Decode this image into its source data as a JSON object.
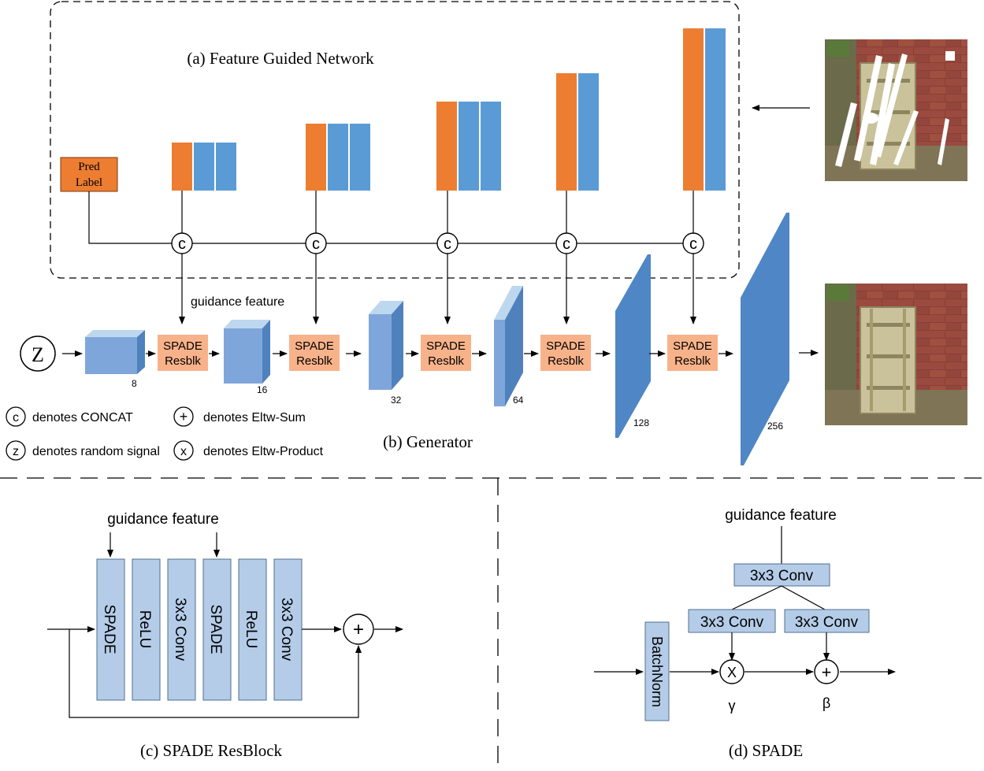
{
  "colors": {
    "orange": "#ED7D31",
    "blue": "#5B9BD5",
    "cube_front": "#7FA6DA",
    "cube_top": "#BDD7EE",
    "cube_side": "#4F81BD",
    "plane": "#4F86C6",
    "spade_fill": "#F8B28A",
    "box_fill": "#B4CCE8",
    "box_stroke": "#4F6F8F"
  },
  "panel_a": {
    "title": "(a) Feature Guided Network",
    "pred_label": [
      "Pred",
      "Label"
    ],
    "concat_symbol": "c",
    "input_image_desc": "masked-image"
  },
  "panel_b": {
    "title": "(b) Generator",
    "z_symbol": "Z",
    "guidance_label": "guidance feature",
    "spade_block_label": [
      "SPADE",
      "Resblk"
    ],
    "sizes": [
      "8",
      "16",
      "32",
      "64",
      "128",
      "256"
    ],
    "legend": [
      {
        "symbol": "c",
        "text": "denotes CONCAT"
      },
      {
        "symbol": "+",
        "text": "denotes Eltw-Sum"
      },
      {
        "symbol": "z",
        "text": "denotes random signal"
      },
      {
        "symbol": "x",
        "text": "denotes Eltw-Product"
      }
    ],
    "output_image_desc": "completed-image"
  },
  "panel_c": {
    "title": "(c) SPADE ResBlock",
    "guidance_label": "guidance feature",
    "blocks": [
      "SPADE",
      "ReLU",
      "3x3 Conv",
      "SPADE",
      "ReLU",
      "3x3 Conv"
    ],
    "sum_symbol": "+"
  },
  "panel_d": {
    "title": "(d) SPADE",
    "guidance_label": "guidance feature",
    "top_conv": "3x3 Conv",
    "left_conv": "3x3 Conv",
    "right_conv": "3x3 Conv",
    "batchnorm": "BatchNorm",
    "mult_symbol": "X",
    "sum_symbol": "+",
    "gamma": "γ",
    "beta": "β"
  }
}
